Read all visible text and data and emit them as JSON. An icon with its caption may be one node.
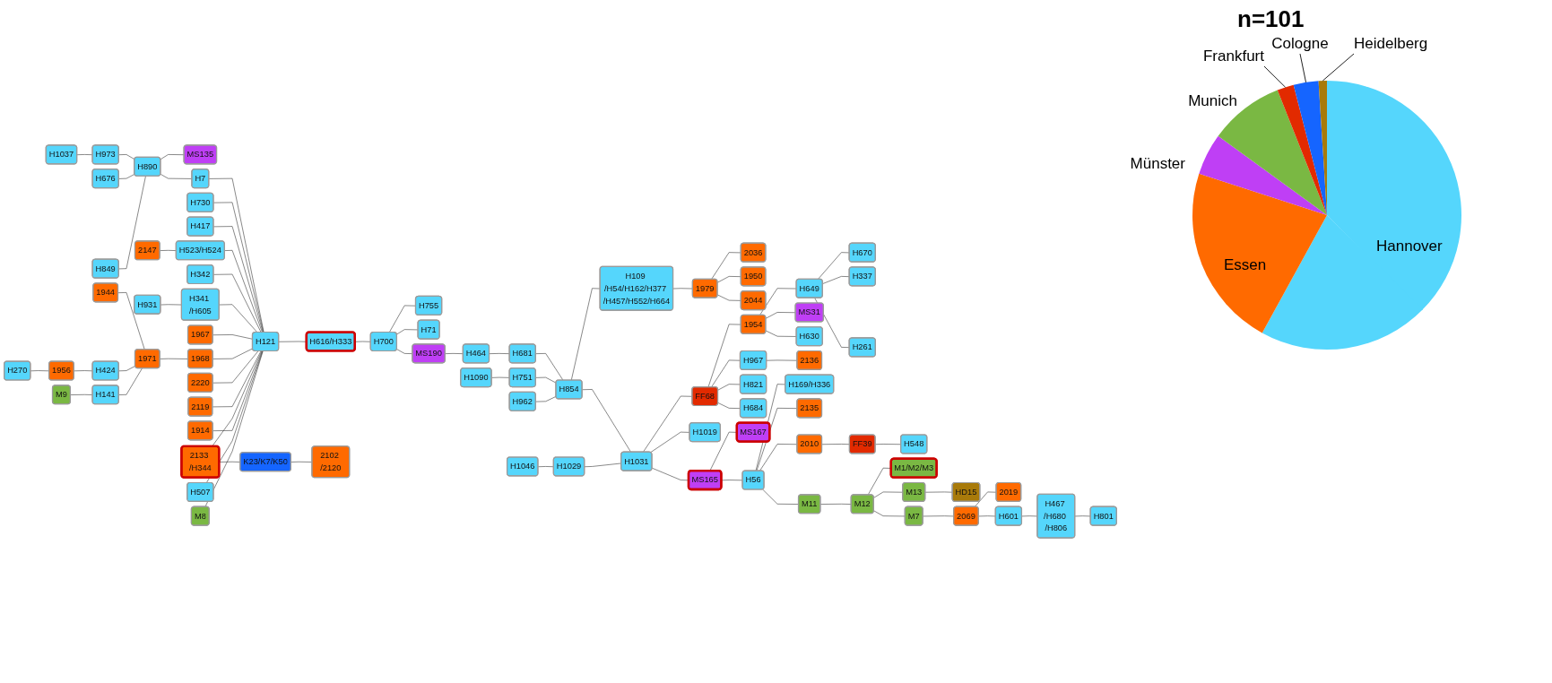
{
  "diagram": {
    "title": "n=101",
    "nodes": [
      {
        "text": [
          "H1037"
        ]
      },
      {
        "text": [
          "H973"
        ]
      },
      {
        "text": [
          "H676"
        ]
      },
      {
        "text": [
          "H849"
        ]
      },
      {
        "text": [
          "H890"
        ]
      },
      {
        "text": [
          "MS135"
        ]
      },
      {
        "text": [
          "H7"
        ]
      },
      {
        "text": [
          "H730"
        ]
      },
      {
        "text": [
          "H523/H524"
        ]
      },
      {
        "text": [
          "2147"
        ]
      },
      {
        "text": [
          "H417"
        ]
      },
      {
        "text": [
          "H931"
        ]
      },
      {
        "text": [
          "H342"
        ]
      },
      {
        "text": [
          "1967"
        ]
      },
      {
        "text": [
          "H341 /H605"
        ]
      },
      {
        "text": [
          "H121"
        ]
      },
      {
        "text": [
          "H616/H333"
        ]
      },
      {
        "text": [
          "1944"
        ]
      },
      {
        "text": [
          "1968"
        ]
      },
      {
        "text": [
          "1971"
        ]
      },
      {
        "text": [
          "2220"
        ]
      },
      {
        "text": [
          "2119"
        ]
      },
      {
        "text": [
          "2133 /H344"
        ]
      },
      {
        "text": [
          "1914"
        ]
      },
      {
        "text": [
          "H507"
        ]
      },
      {
        "text": [
          "M8"
        ]
      },
      {
        "text": [
          "K23/K7/K50"
        ]
      },
      {
        "text": [
          "2102 /2120"
        ]
      },
      {
        "text": [
          "H270"
        ]
      },
      {
        "text": [
          "1956"
        ]
      },
      {
        "text": [
          "H424"
        ]
      },
      {
        "text": [
          "H141"
        ]
      },
      {
        "text": [
          "M9"
        ]
      },
      {
        "text": [
          "H755"
        ]
      },
      {
        "text": [
          "H700"
        ]
      },
      {
        "text": [
          "H71"
        ]
      },
      {
        "text": [
          "MS190"
        ]
      },
      {
        "text": [
          "H464"
        ]
      },
      {
        "text": [
          "H681"
        ]
      },
      {
        "text": [
          "H1090"
        ]
      },
      {
        "text": [
          "H751"
        ]
      },
      {
        "text": [
          "H962"
        ]
      },
      {
        "text": [
          "H854"
        ]
      },
      {
        "text": [
          "H109 /H54/H162/H377 /H457/H552/H664"
        ]
      },
      {
        "text": [
          "1979"
        ]
      },
      {
        "text": [
          "2036"
        ]
      },
      {
        "text": [
          "1950"
        ]
      },
      {
        "text": [
          "2044"
        ]
      },
      {
        "text": [
          "H670"
        ]
      },
      {
        "text": [
          "H337"
        ]
      },
      {
        "text": [
          "H261"
        ]
      },
      {
        "text": [
          "H649"
        ]
      },
      {
        "text": [
          "MS31"
        ]
      },
      {
        "text": [
          "H630"
        ]
      },
      {
        "text": [
          "1954"
        ]
      },
      {
        "text": [
          "2136"
        ]
      },
      {
        "text": [
          "H967"
        ]
      },
      {
        "text": [
          "H1046"
        ]
      },
      {
        "text": [
          "H1029"
        ]
      },
      {
        "text": [
          "FF68"
        ]
      },
      {
        "text": [
          "H821"
        ]
      },
      {
        "text": [
          "H684"
        ]
      },
      {
        "text": [
          "H1031"
        ]
      },
      {
        "text": [
          "H1019"
        ]
      },
      {
        "text": [
          "MS165"
        ]
      },
      {
        "text": [
          "MS167"
        ]
      },
      {
        "text": [
          "H169/H336"
        ]
      },
      {
        "text": [
          "H56"
        ]
      },
      {
        "text": [
          "2135"
        ]
      },
      {
        "text": [
          "2010"
        ]
      },
      {
        "text": [
          "FF39"
        ]
      },
      {
        "text": [
          "H548"
        ]
      },
      {
        "text": [
          "M11"
        ]
      },
      {
        "text": [
          "M1/M2/M3"
        ]
      },
      {
        "text": [
          "M12"
        ]
      },
      {
        "text": [
          "M7"
        ]
      },
      {
        "text": [
          "M13"
        ]
      },
      {
        "text": [
          "HD15"
        ]
      },
      {
        "text": [
          "2069"
        ]
      },
      {
        "text": [
          "2019"
        ]
      },
      {
        "text": [
          "H601"
        ]
      },
      {
        "text": [
          "H467 /H680 /H806"
        ]
      },
      {
        "text": [
          "H801"
        ]
      }
    ],
    "edges": [
      {
        "from": 0,
        "to": 1,
        "arrow": "none"
      },
      {
        "from": 1,
        "to": 4,
        "arrow": "none"
      },
      {
        "from": 2,
        "to": 4,
        "arrow": "none"
      },
      {
        "from": 3,
        "to": 4,
        "arrow": "none"
      },
      {
        "from": 4,
        "to": 5,
        "arrow": "none"
      },
      {
        "from": 4,
        "to": 6,
        "arrow": "none"
      },
      {
        "from": 6,
        "to": 15,
        "arrow": "none"
      },
      {
        "from": 7,
        "to": 15,
        "arrow": "none"
      },
      {
        "from": 10,
        "to": 15,
        "arrow": "none"
      },
      {
        "from": 9,
        "to": 8,
        "arrow": "none"
      },
      {
        "from": 8,
        "to": 15,
        "arrow": "none"
      },
      {
        "from": 12,
        "to": 15,
        "arrow": "none"
      },
      {
        "from": 11,
        "to": 14,
        "arrow": "none"
      },
      {
        "from": 14,
        "to": 15,
        "arrow": "none"
      },
      {
        "from": 13,
        "to": 15,
        "arrow": "none"
      },
      {
        "from": 15,
        "to": 16,
        "arrow": "none"
      },
      {
        "from": 16,
        "to": 34,
        "arrow": "none"
      },
      {
        "from": 18,
        "to": 15,
        "arrow": "none"
      },
      {
        "from": 20,
        "to": 15,
        "arrow": "none"
      },
      {
        "from": 21,
        "to": 15,
        "arrow": "none"
      },
      {
        "from": 22,
        "to": 15,
        "arrow": "none"
      },
      {
        "from": 23,
        "to": 15,
        "arrow": "none"
      },
      {
        "from": 24,
        "to": 15,
        "arrow": "none"
      },
      {
        "from": 25,
        "to": 15,
        "arrow": "none"
      },
      {
        "from": 17,
        "to": 19,
        "arrow": "none"
      },
      {
        "from": 19,
        "to": 18,
        "arrow": "none"
      },
      {
        "from": 30,
        "to": 19,
        "arrow": "none"
      },
      {
        "from": 31,
        "to": 19,
        "arrow": "none"
      },
      {
        "from": 29,
        "to": 30,
        "arrow": "none"
      },
      {
        "from": 28,
        "to": 29,
        "arrow": "none"
      },
      {
        "from": 32,
        "to": 31,
        "arrow": "none"
      },
      {
        "from": 22,
        "to": 26,
        "arrow": "none"
      },
      {
        "from": 26,
        "to": 27,
        "arrow": "none"
      },
      {
        "from": 34,
        "to": 33,
        "arrow": "none"
      },
      {
        "from": 34,
        "to": 35,
        "arrow": "none"
      },
      {
        "from": 34,
        "to": 36,
        "arrow": "none"
      },
      {
        "from": 36,
        "to": 37,
        "arrow": "none"
      },
      {
        "from": 37,
        "to": 38,
        "arrow": "none"
      },
      {
        "from": 38,
        "to": 42,
        "arrow": "none"
      },
      {
        "from": 39,
        "to": 40,
        "arrow": "none"
      },
      {
        "from": 40,
        "to": 42,
        "arrow": "none"
      },
      {
        "from": 41,
        "to": 42,
        "arrow": "none"
      },
      {
        "from": 42,
        "to": 62,
        "arrow": "none"
      },
      {
        "from": 42,
        "to": 43,
        "arrow": "none"
      },
      {
        "from": 43,
        "to": 44,
        "arrow": "none"
      },
      {
        "from": 44,
        "to": 45,
        "arrow": "none"
      },
      {
        "from": 44,
        "to": 47,
        "arrow": "none"
      },
      {
        "from": 44,
        "to": 46,
        "arrow": "none"
      },
      {
        "from": 57,
        "to": 58,
        "arrow": "none"
      },
      {
        "from": 58,
        "to": 62,
        "arrow": "none"
      },
      {
        "from": 62,
        "to": 59,
        "arrow": "none"
      },
      {
        "from": 59,
        "to": 56,
        "arrow": "none"
      },
      {
        "from": 56,
        "to": 55,
        "arrow": "none"
      },
      {
        "from": 59,
        "to": 60,
        "arrow": "none"
      },
      {
        "from": 59,
        "to": 61,
        "arrow": "none"
      },
      {
        "from": 59,
        "to": 54,
        "arrow": "none"
      },
      {
        "from": 54,
        "to": 52,
        "arrow": "none"
      },
      {
        "from": 54,
        "to": 53,
        "arrow": "none"
      },
      {
        "from": 54,
        "to": 51,
        "arrow": "none"
      },
      {
        "from": 51,
        "to": 48,
        "arrow": "none"
      },
      {
        "from": 51,
        "to": 49,
        "arrow": "none"
      },
      {
        "from": 51,
        "to": 50,
        "arrow": "none"
      },
      {
        "from": 62,
        "to": 63,
        "arrow": "none"
      },
      {
        "from": 62,
        "to": 64,
        "arrow": "none"
      },
      {
        "from": 64,
        "to": 65,
        "arrow": "none"
      },
      {
        "from": 64,
        "to": 67,
        "arrow": "none"
      },
      {
        "from": 67,
        "to": 66,
        "arrow": "none"
      },
      {
        "from": 67,
        "to": 68,
        "arrow": "none"
      },
      {
        "from": 67,
        "to": 69,
        "arrow": "none"
      },
      {
        "from": 69,
        "to": 70,
        "arrow": "none"
      },
      {
        "from": 70,
        "to": 71,
        "arrow": "none"
      },
      {
        "from": 67,
        "to": 72,
        "arrow": "none"
      },
      {
        "from": 72,
        "to": 74,
        "arrow": "none"
      },
      {
        "from": 74,
        "to": 73,
        "arrow": "none"
      },
      {
        "from": 74,
        "to": 75,
        "arrow": "none"
      },
      {
        "from": 74,
        "to": 76,
        "arrow": "none"
      },
      {
        "from": 76,
        "to": 77,
        "arrow": "none"
      },
      {
        "from": 75,
        "to": 78,
        "arrow": "none"
      },
      {
        "from": 78,
        "to": 79,
        "arrow": "none"
      },
      {
        "from": 78,
        "to": 80,
        "arrow": "none"
      },
      {
        "from": 80,
        "to": 81,
        "arrow": "none"
      },
      {
        "from": 81,
        "to": 82,
        "arrow": "none"
      }
    ],
    "legend": [
      {
        "text": "Hannover",
        "color": "#55d6fc"
      },
      {
        "text": "Essen",
        "color": "#ff6a00"
      },
      {
        "text": "Münster",
        "color": "#bf3ff5"
      },
      {
        "text": "Munich",
        "color": "#7ab843"
      },
      {
        "text": "Frankfurt",
        "color": "#e22a00"
      },
      {
        "text": "Cologne",
        "color": "#1565ff"
      },
      {
        "text": "Heidelberg",
        "color": "#a87a0a"
      }
    ]
  }
}
